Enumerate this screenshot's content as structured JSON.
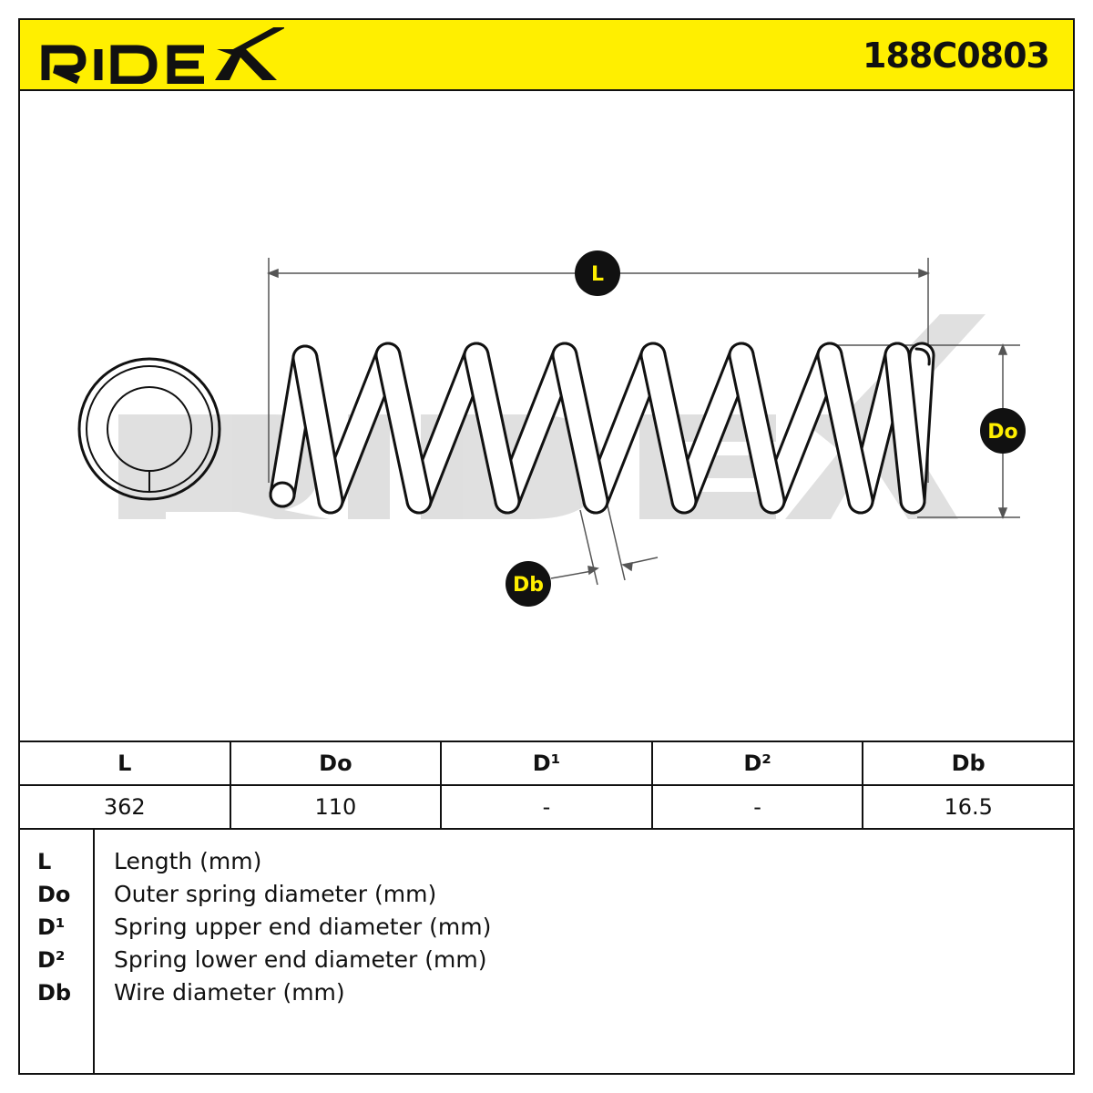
{
  "header": {
    "brand": "RIDEX",
    "part_number": "188C0803",
    "accent_color": "#ffef00"
  },
  "diagram": {
    "labels": {
      "length": "L",
      "outer_diameter": "Do",
      "wire_diameter": "Db"
    },
    "watermark": "RIDEX"
  },
  "table": {
    "headers": [
      "L",
      "Do",
      "D¹",
      "D²",
      "Db"
    ],
    "values": [
      "362",
      "110",
      "-",
      "-",
      "16.5"
    ]
  },
  "legend": [
    {
      "key": "L",
      "description": "Length (mm)"
    },
    {
      "key": "Do",
      "description": "Outer spring diameter (mm)"
    },
    {
      "key": "D¹",
      "description": "Spring upper end diameter (mm)"
    },
    {
      "key": "D²",
      "description": "Spring lower end diameter (mm)"
    },
    {
      "key": "Db",
      "description": "Wire diameter (mm)"
    }
  ]
}
